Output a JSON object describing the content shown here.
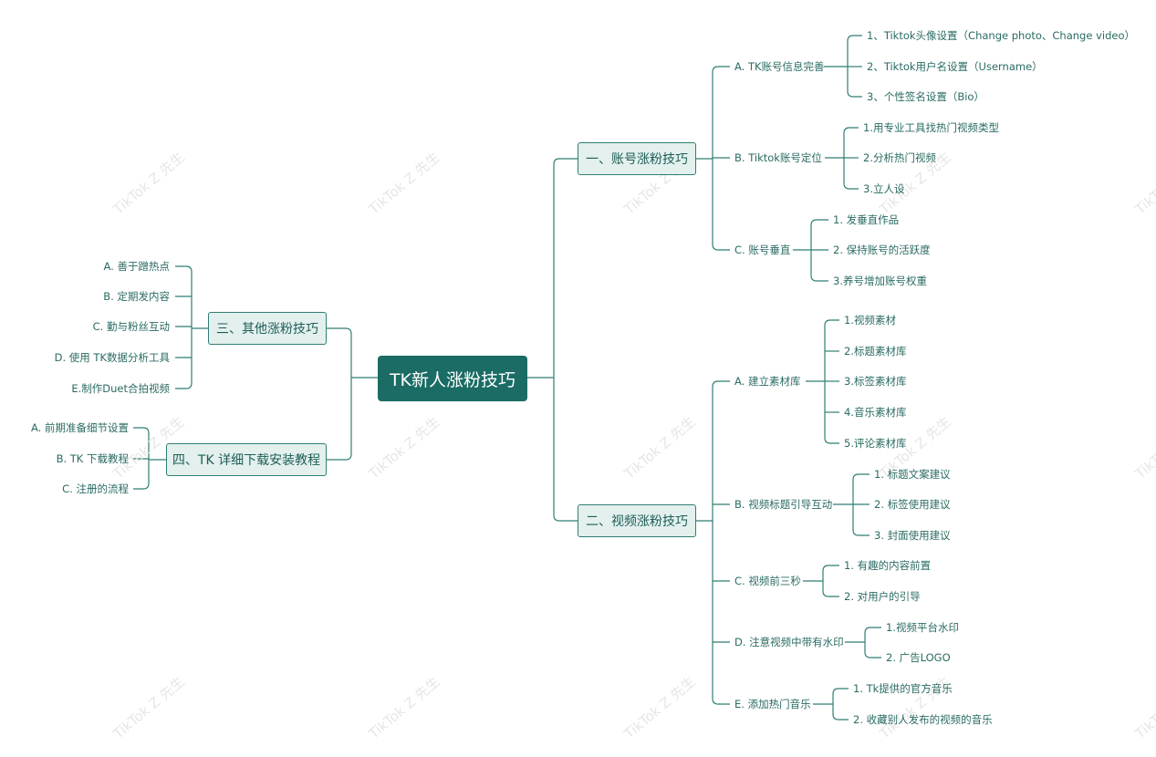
{
  "root": "TK新人涨粉技巧",
  "watermark": "TikTok Z 先生",
  "branches": {
    "b1": {
      "label": "一、账号涨粉技巧",
      "subs": [
        {
          "label": "A. TK账号信息完善",
          "leaves": [
            "1、Tiktok头像设置（Change photo、Change video）",
            "2、Tiktok用户名设置（Username）",
            "3、个性签名设置（Bio）"
          ]
        },
        {
          "label": "B. Tiktok账号定位",
          "leaves": [
            "1.用专业工具找热门视频类型",
            "2.分析热门视频",
            "3.立人设"
          ]
        },
        {
          "label": "C. 账号垂直",
          "leaves": [
            "1. 发垂直作品",
            "2. 保持账号的活跃度",
            "3.养号增加账号权重"
          ]
        }
      ]
    },
    "b2": {
      "label": "二、视频涨粉技巧",
      "subs": [
        {
          "label": "A. 建立素材库",
          "leaves": [
            "1.视频素材",
            "2.标题素材库",
            "3.标签素材库",
            "4.音乐素材库",
            "5.评论素材库"
          ]
        },
        {
          "label": "B. 视频标题引导互动",
          "leaves": [
            "1. 标题文案建议",
            "2. 标签使用建议",
            "3. 封面使用建议"
          ]
        },
        {
          "label": "C. 视频前三秒",
          "leaves": [
            "1. 有趣的内容前置",
            "2. 对用户的引导"
          ]
        },
        {
          "label": "D. 注意视频中带有水印",
          "leaves": [
            "1.视频平台水印",
            "2. 广告LOGO"
          ]
        },
        {
          "label": "E. 添加热门音乐",
          "leaves": [
            "1. Tk提供的官方音乐",
            "2. 收藏别人发布的视频的音乐"
          ]
        }
      ]
    },
    "b3": {
      "label": "三、其他涨粉技巧",
      "leaves": [
        "A. 善于蹭热点",
        "B. 定期发内容",
        "C. 勤与粉丝互动",
        "D.  使用 TK数据分析工具",
        "E.制作Duet合拍视频"
      ]
    },
    "b4": {
      "label": "四、TK 详细下载安装教程",
      "leaves": [
        "A. 前期准备细节设置",
        "B. TK 下载教程",
        "C. 注册的流程"
      ]
    }
  }
}
